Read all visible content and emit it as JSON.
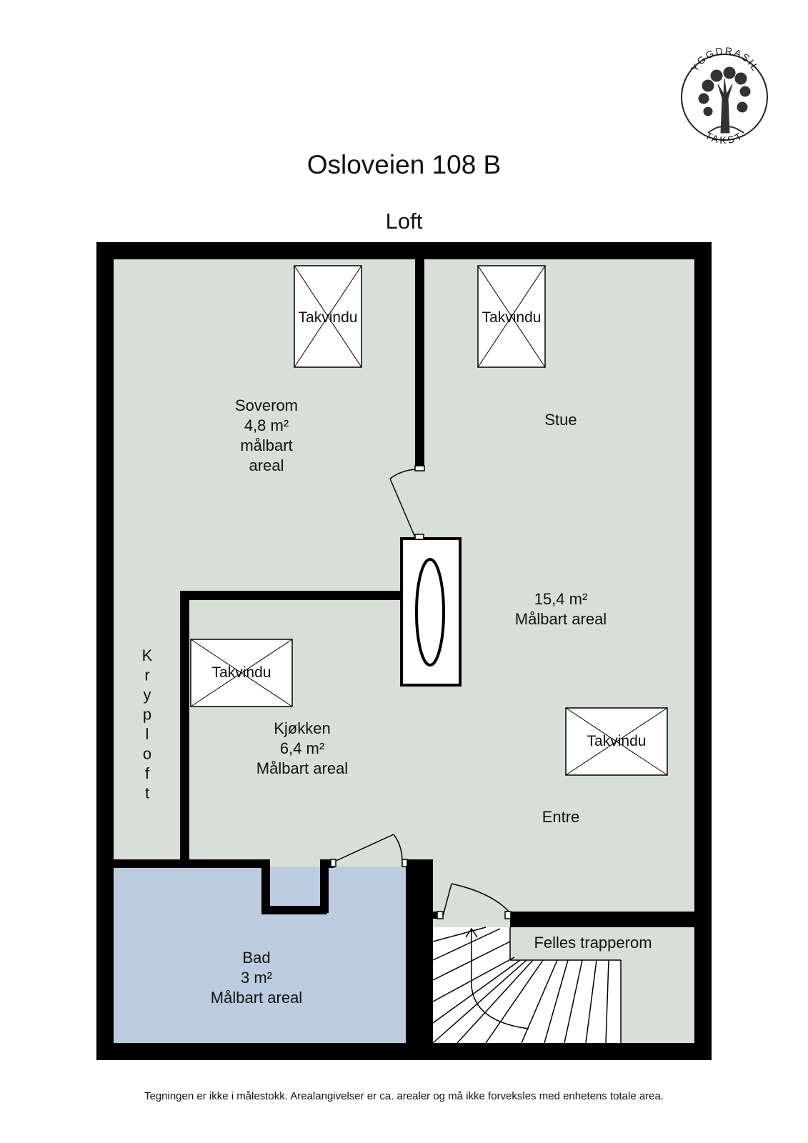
{
  "title": "Osloveien 108 B",
  "floor": "Loft",
  "logo": {
    "top_text": "YGGDRASIL",
    "bottom_text": "TAKST"
  },
  "rooms": {
    "soverom": {
      "name": "Soverom",
      "area": "4,8 m²",
      "note_1": "målbart",
      "note_2": "areal"
    },
    "stue": {
      "name": "Stue"
    },
    "stue_area": {
      "area": "15,4 m²",
      "note": "Målbart areal"
    },
    "kjokken": {
      "name": "Kjøkken",
      "area": "6,4 m²",
      "note": "Målbart areal"
    },
    "entre": {
      "name": "Entre"
    },
    "bad": {
      "name": "Bad",
      "area": "3 m²",
      "note": "Målbart areal"
    },
    "trapperom": {
      "name": "Felles trapperom"
    },
    "krypeloft": {
      "letters": [
        "K",
        "r",
        "y",
        "p",
        "l",
        "o",
        "f",
        "t"
      ]
    }
  },
  "skylight_label": "Takvindu",
  "footer": "Tegningen er ikke i målestokk. Arealangivelser er ca. arealer og må ikke forveksles med enhetens totale area.",
  "colors": {
    "floor": "#d8ded8",
    "bathroom": "#bccbe0",
    "wall": "#000000"
  }
}
